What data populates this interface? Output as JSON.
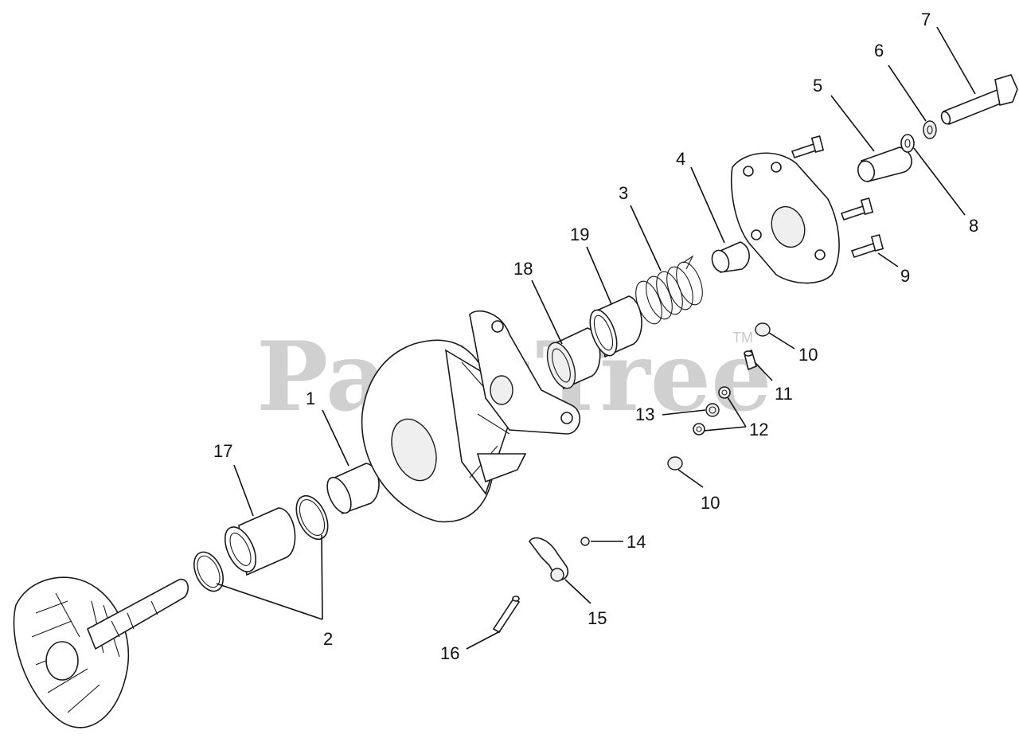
{
  "watermark": {
    "text": "PartsTree",
    "trademark": "TM"
  },
  "callouts": [
    {
      "id": "c1",
      "label": "1"
    },
    {
      "id": "c2",
      "label": "2"
    },
    {
      "id": "c3",
      "label": "3"
    },
    {
      "id": "c4",
      "label": "4"
    },
    {
      "id": "c5",
      "label": "5"
    },
    {
      "id": "c6",
      "label": "6"
    },
    {
      "id": "c7",
      "label": "7"
    },
    {
      "id": "c8",
      "label": "8"
    },
    {
      "id": "c9",
      "label": "9"
    },
    {
      "id": "c10a",
      "label": "10"
    },
    {
      "id": "c10b",
      "label": "10"
    },
    {
      "id": "c11",
      "label": "11"
    },
    {
      "id": "c12",
      "label": "12"
    },
    {
      "id": "c13",
      "label": "13"
    },
    {
      "id": "c14",
      "label": "14"
    },
    {
      "id": "c15",
      "label": "15"
    },
    {
      "id": "c16",
      "label": "16"
    },
    {
      "id": "c17",
      "label": "17"
    },
    {
      "id": "c18",
      "label": "18"
    },
    {
      "id": "c19",
      "label": "19"
    }
  ]
}
